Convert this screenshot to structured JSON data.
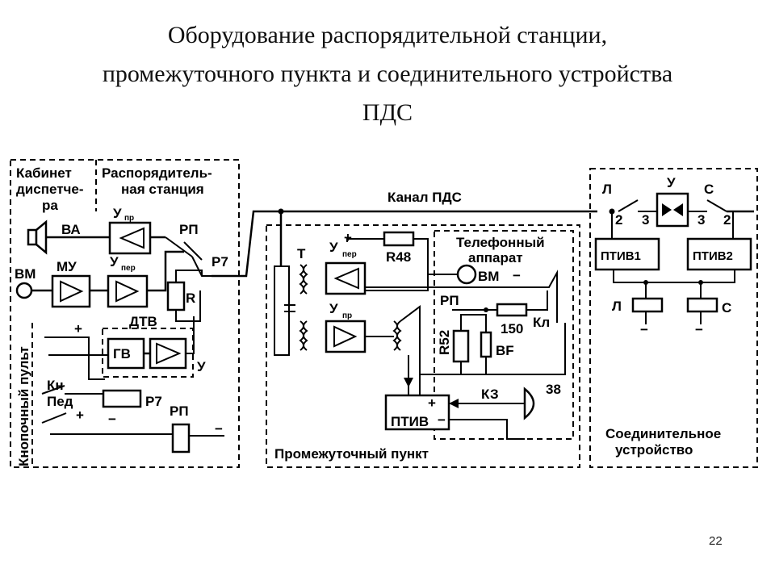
{
  "title": {
    "line1": "Оборудование распорядительной станции,",
    "line2": "промежуточного пункта и соединительного устройства",
    "line3": "ПДС"
  },
  "page_number": "22",
  "diagram": {
    "channel_label": "Канал ПДС",
    "dispatcher_cabin": {
      "line1": "Кабинет",
      "line2": "диспетче-",
      "line3": "ра"
    },
    "command_station": {
      "line1": "Распорядитель-",
      "line2": "ная станция"
    },
    "button_panel": "Кнопочный пульт",
    "intermediate_point": "Промежуточный пункт",
    "connecting_device": {
      "line1": "Соединительное",
      "line2": "устройство"
    },
    "phone_set": {
      "line1": "Телефонный",
      "line2": "аппарат"
    },
    "components": {
      "va": "ВА",
      "vm": "ВМ",
      "mu": "МУ",
      "u": "У",
      "u_sub_pr": "пр",
      "u_sub_per": "пер",
      "rp": "РП",
      "r7": "Р7",
      "r": "R",
      "dtv": "ДТВ",
      "gv": "ГВ",
      "kn": "Кн",
      "ped": "Пед",
      "t": "Т",
      "r48": "R48",
      "r52": "R52",
      "v150": "150",
      "kl": "Кл",
      "bf": "BF",
      "vm_phone": "ВМ",
      "kz": "КЗ",
      "v38": "38",
      "ptiv": "ПТИВ",
      "ptiv1": "ПТИВ1",
      "ptiv2": "ПТИВ2",
      "l": "Л",
      "s": "С",
      "n2": "2",
      "n3": "3",
      "plus": "+",
      "minus": "−"
    }
  }
}
